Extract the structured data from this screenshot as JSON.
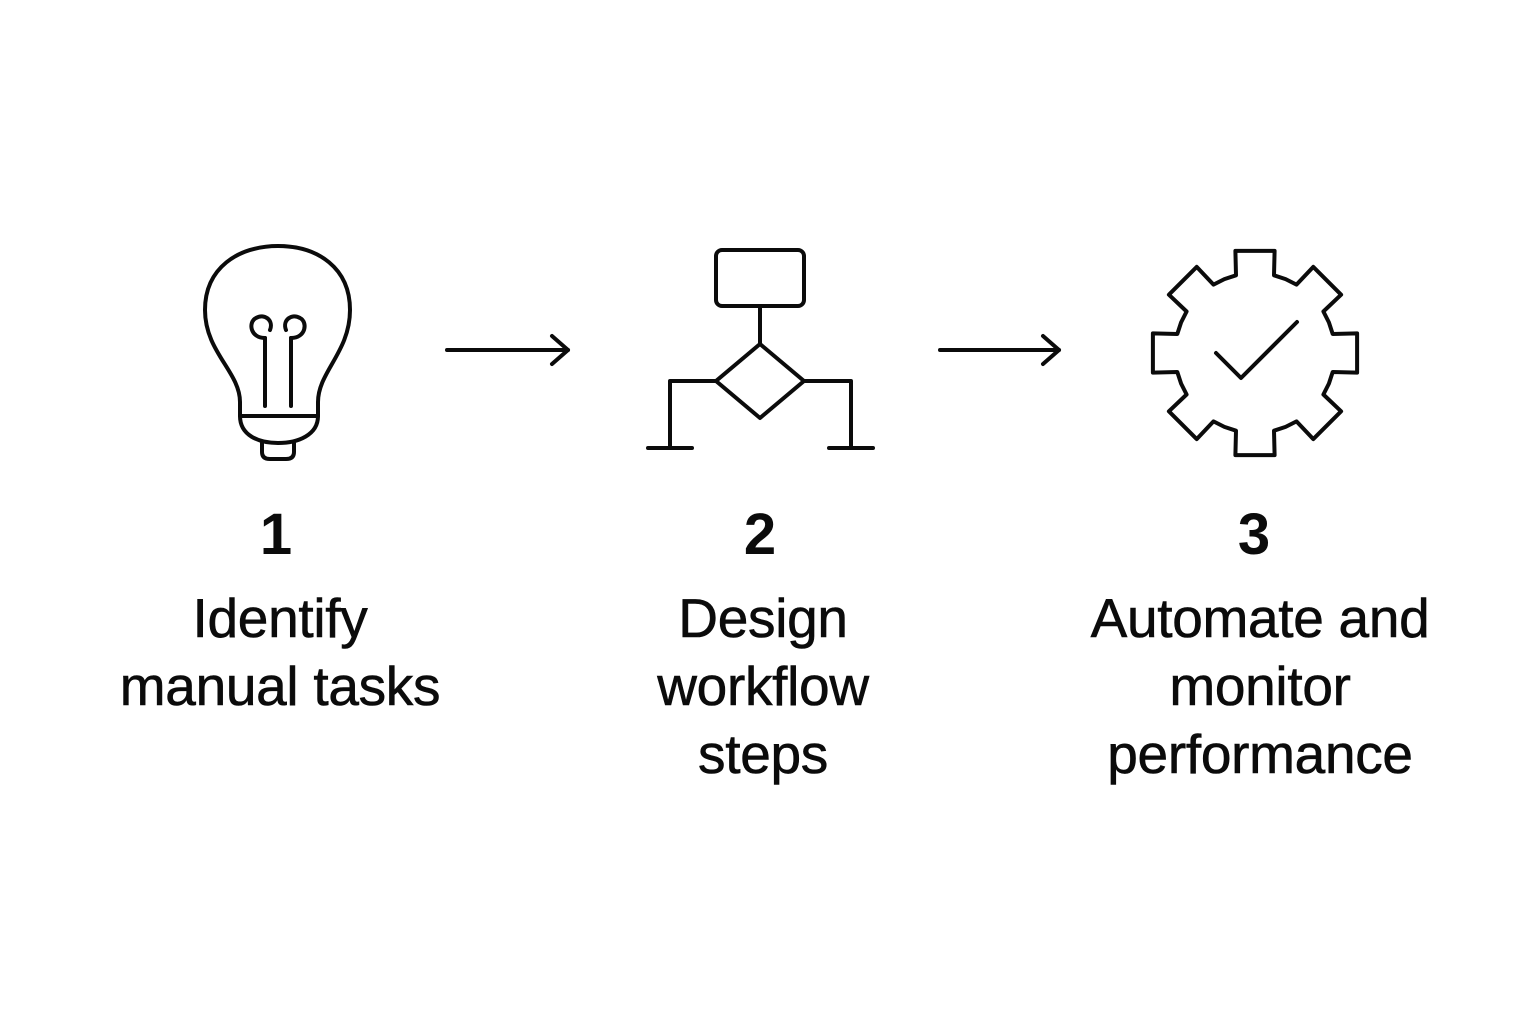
{
  "steps": [
    {
      "number": "1",
      "label": "Identify\nmanual tasks",
      "icon": "lightbulb-icon"
    },
    {
      "number": "2",
      "label": "Design\nworkflow\nsteps",
      "icon": "flowchart-icon"
    },
    {
      "number": "3",
      "label": "Automate and\nmonitor\nperformance",
      "icon": "gear-check-icon"
    }
  ],
  "connectors": [
    "arrow-right-icon",
    "arrow-right-icon"
  ],
  "colors": {
    "ink": "#0b0b0b",
    "background": "#ffffff"
  }
}
